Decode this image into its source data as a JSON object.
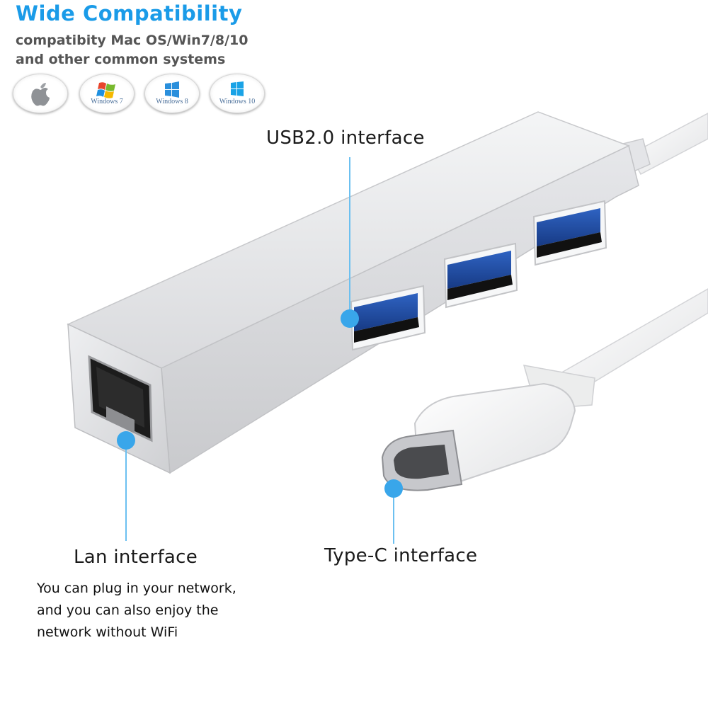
{
  "header": {
    "title": "Wide Compatibility",
    "subtitle_line1": "compatibity Mac OS/Win7/8/10",
    "subtitle_line2": "and other common systems"
  },
  "os_badges": [
    {
      "name": "apple",
      "label": ""
    },
    {
      "name": "windows7",
      "label": "Windows 7"
    },
    {
      "name": "windows8",
      "label": "Windows 8"
    },
    {
      "name": "windows10",
      "label": "Windows 10"
    }
  ],
  "callouts": {
    "usb": "USB2.0 interface",
    "lan": "Lan interface",
    "typec": "Type-C interface"
  },
  "lan_description": {
    "line1": "You can plug in your network,",
    "line2": "and you can also enjoy the",
    "line3": "network without WiFi"
  },
  "colors": {
    "title_blue": "#1a9be8",
    "subtitle_gray": "#555555",
    "marker_blue": "#39a6ea",
    "marker_line": "#6cc0f0",
    "usb_port_blue": "#1f4fa8",
    "aluminum": "#dcdde0"
  }
}
